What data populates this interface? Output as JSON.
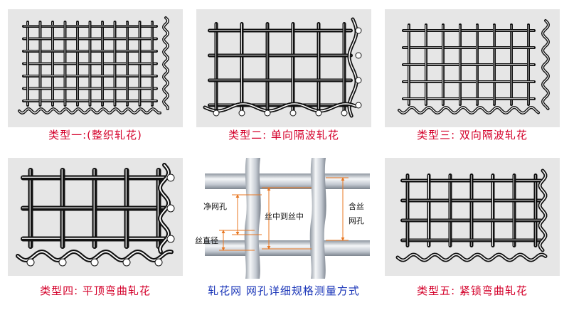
{
  "colors": {
    "caption_red": "#d4002a",
    "caption_blue": "#1a35b8",
    "dimension_orange": "#e87722",
    "panel_bg": "#e6e6e6",
    "wire": "#111111"
  },
  "panels": [
    {
      "caption": "类型一:(整织轧花)"
    },
    {
      "caption": "类型二: 单向隔波轧花"
    },
    {
      "caption": "类型三: 双向隔波轧花"
    },
    {
      "caption": "类型四: 平顶弯曲轧花"
    },
    {
      "caption": "轧花网  网孔详细规格测量方式"
    },
    {
      "caption": "类型五: 紧锁弯曲轧花"
    }
  ],
  "measurement": {
    "net_opening": "净网孔",
    "center_to_center": "丝中到丝中",
    "gross_opening_line1": "含丝",
    "gross_opening_line2": "网孔",
    "wire_diameter": "丝直径"
  }
}
